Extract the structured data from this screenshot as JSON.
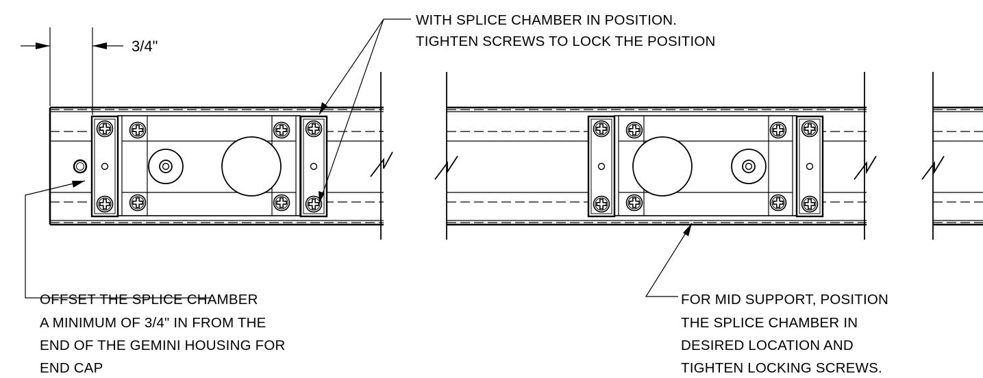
{
  "dimension": {
    "label": "3/4\""
  },
  "notes": {
    "top": [
      "WITH SPLICE CHAMBER IN POSITION.",
      "TIGHTEN SCREWS TO LOCK THE POSITION"
    ],
    "bottom_left": [
      "OFFSET THE SPLICE CHAMBER",
      "A MINIMUM OF  3/4\" IN FROM THE",
      "END OF THE GEMINI HOUSING FOR",
      "END CAP"
    ],
    "bottom_right": [
      "FOR MID SUPPORT, POSITION",
      "THE SPLICE CHAMBER IN",
      "DESIRED LOCATION AND",
      "TIGHTEN LOCKING SCREWS."
    ]
  },
  "colors": {
    "ink": "#000000",
    "paper": "#ffffff"
  }
}
